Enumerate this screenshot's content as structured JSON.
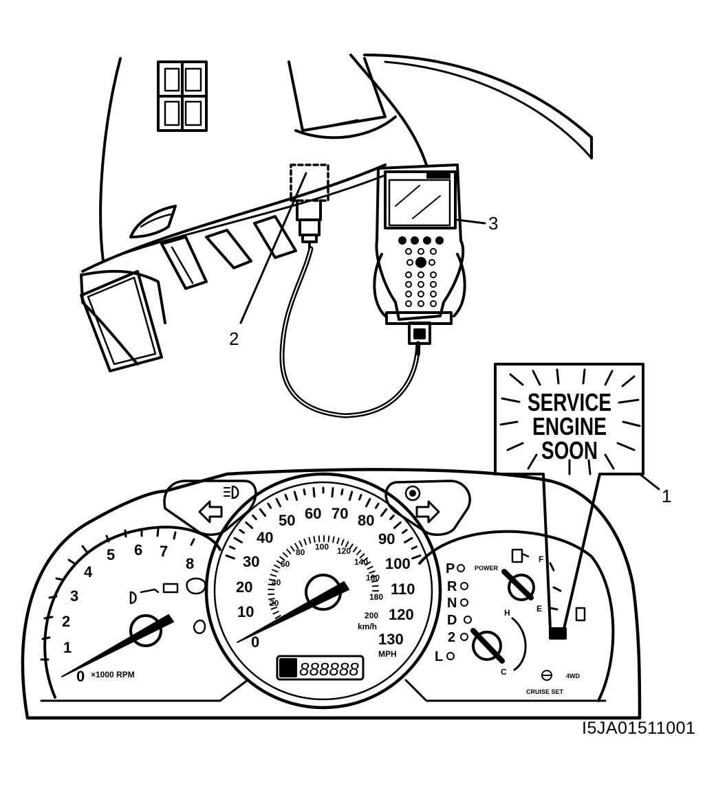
{
  "callouts": {
    "c1": "1",
    "c2": "2",
    "c3": "3"
  },
  "warning_panel": {
    "line1": "SERVICE",
    "line2": "ENGINE",
    "line3": "SOON"
  },
  "tachometer": {
    "ticks": [
      "0",
      "1",
      "2",
      "3",
      "4",
      "5",
      "6",
      "7",
      "8"
    ],
    "unit": "×1000 RPM"
  },
  "speedometer": {
    "mph_ticks": [
      "0",
      "10",
      "20",
      "30",
      "40",
      "50",
      "60",
      "70",
      "80",
      "90",
      "100",
      "110",
      "120",
      "130"
    ],
    "kmh_ticks": [
      "20",
      "40",
      "60",
      "80",
      "100",
      "120",
      "140",
      "160",
      "180",
      "200"
    ],
    "kmh_unit": "km/h",
    "mph_unit": "MPH",
    "odometer": "888888"
  },
  "gear_indicator": [
    "P",
    "R",
    "N",
    "D",
    "2",
    "L"
  ],
  "right_gauge": {
    "power_label": "POWER",
    "fuel_full": "F",
    "fuel_empty": "E",
    "temp_hot": "H",
    "temp_cold": "C",
    "fourwd": "4WD",
    "cruise": "CRUISE SET"
  },
  "document_id": "I5JA01511001",
  "colors": {
    "ink": "#000000",
    "paper": "#ffffff"
  }
}
